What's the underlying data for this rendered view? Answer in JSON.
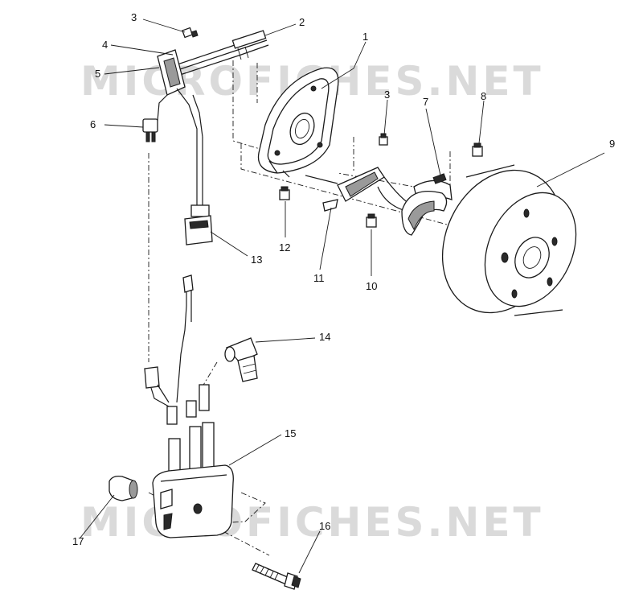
{
  "watermark": "MICROFICHES.NET",
  "callouts": [
    {
      "id": "c1",
      "label": "1"
    },
    {
      "id": "c2",
      "label": "2"
    },
    {
      "id": "c3a",
      "label": "3"
    },
    {
      "id": "c3b",
      "label": "3"
    },
    {
      "id": "c4",
      "label": "4"
    },
    {
      "id": "c5",
      "label": "5"
    },
    {
      "id": "c6",
      "label": "6"
    },
    {
      "id": "c7",
      "label": "7"
    },
    {
      "id": "c8",
      "label": "8"
    },
    {
      "id": "c9",
      "label": "9"
    },
    {
      "id": "c10",
      "label": "10"
    },
    {
      "id": "c11",
      "label": "11"
    },
    {
      "id": "c12",
      "label": "12"
    },
    {
      "id": "c13",
      "label": "13"
    },
    {
      "id": "c14",
      "label": "14"
    },
    {
      "id": "c15",
      "label": "15"
    },
    {
      "id": "c16",
      "label": "16"
    },
    {
      "id": "c17",
      "label": "17"
    }
  ]
}
